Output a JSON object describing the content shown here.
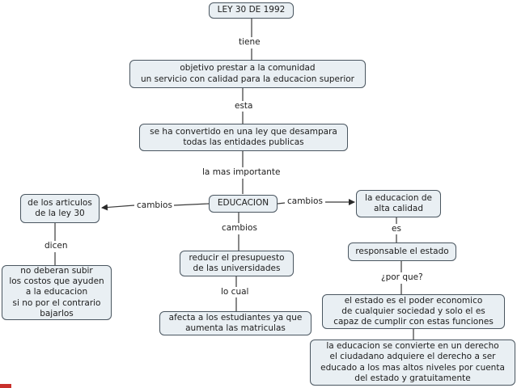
{
  "nodes": {
    "ley": "LEY 30 DE 1992",
    "objetivo": "objetivo prestar a la comunidad\nun servicio con calidad para la educacion superior",
    "convertido": "se ha convertido en una ley que desampara\ntodas las entidades publicas",
    "educacion": "EDUCACION",
    "articulos": "de los articulos\nde la ley 30",
    "nodeberan": "no deberan subir\nlos costos que ayuden\na la educacion\nsi no por el contrario\nbajarlos",
    "presupuesto": "reducir el presupuesto\nde las universidades",
    "afecta": "afecta a los estudiantes ya que\naumenta las matriculas",
    "altacalidad": "la educacion de\nalta calidad",
    "responsable": "responsable el estado",
    "poder": "el estado es el poder economico\nde cualquier sociedad y solo el es\ncapaz de cumplir con estas funciones",
    "derecho": "la educacion se convierte en un derecho\nel ciudadano adquiere el derecho a ser\neducado a los mas altos niveles por cuenta\ndel estado y gratuitamente"
  },
  "links": {
    "tiene": "tiene",
    "esta": "esta",
    "importante": "la mas importante",
    "cambios_left": "cambios",
    "cambios_right": "cambios",
    "cambios_down": "cambios",
    "dicen": "dicen",
    "locual": "lo cual",
    "es": "es",
    "porque": "¿por que?"
  },
  "colors": {
    "node_fill": "#e9eff3",
    "node_border": "#4a5660",
    "line": "#3a3a3a"
  }
}
